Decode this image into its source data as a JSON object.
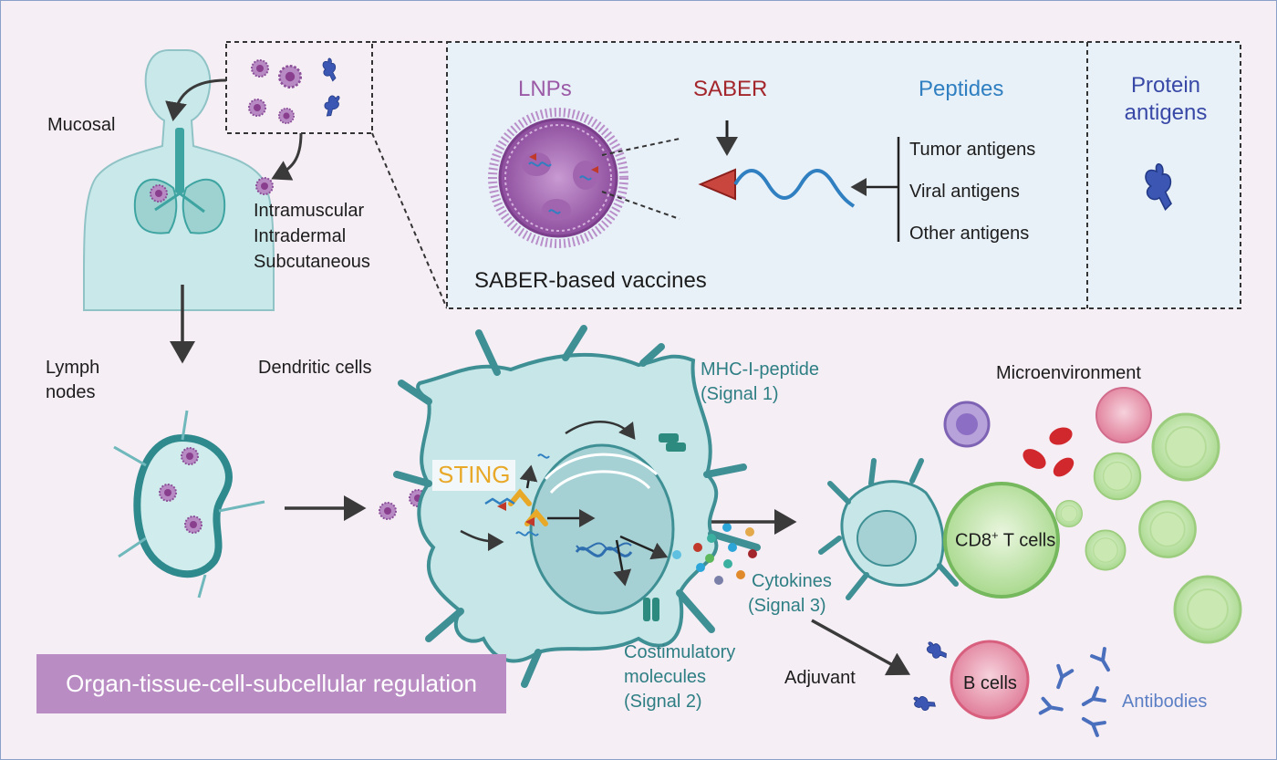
{
  "routes": {
    "mucosal": "Mucosal",
    "intramuscular": "Intramuscular",
    "intradermal": "Intradermal",
    "subcutaneous": "Subcutaneous"
  },
  "lymph_nodes": [
    "Lymph",
    "nodes"
  ],
  "vaccine_panel": {
    "lnps": "LNPs",
    "saber": "SABER",
    "peptides": "Peptides",
    "peptide_types": [
      "Tumor antigens",
      "Viral antigens",
      "Other antigens"
    ],
    "caption": "SABER-based vaccines",
    "protein_antigens": [
      "Protein",
      "antigens"
    ]
  },
  "dendritic_cells": "Dendritic cells",
  "sting": "STING",
  "signals": {
    "mhc": [
      "MHC-I-peptide",
      "(Signal 1)"
    ],
    "costim": [
      "Costimulatory",
      "molecules",
      "(Signal 2)"
    ],
    "cytokines": [
      "Cytokines",
      "(Signal 3)"
    ]
  },
  "microenvironment": "Microenvironment",
  "cd8": {
    "main": "CD8",
    "sup": "+",
    "rest": " T cells"
  },
  "adjuvant": "Adjuvant",
  "b_cells": "B cells",
  "antibodies": "Antibodies",
  "regulation": "Organ-tissue-cell-subcellular regulation",
  "colors": {
    "lnp_purple": "#9b5aa6",
    "saber_red": "#a3262c",
    "peptide_blue": "#2f7fc1",
    "protein_navy": "#3848a6",
    "sting_orange": "#e8a928",
    "signal_teal": "#2e7f84",
    "antibody_blue": "#5b7fc4"
  }
}
